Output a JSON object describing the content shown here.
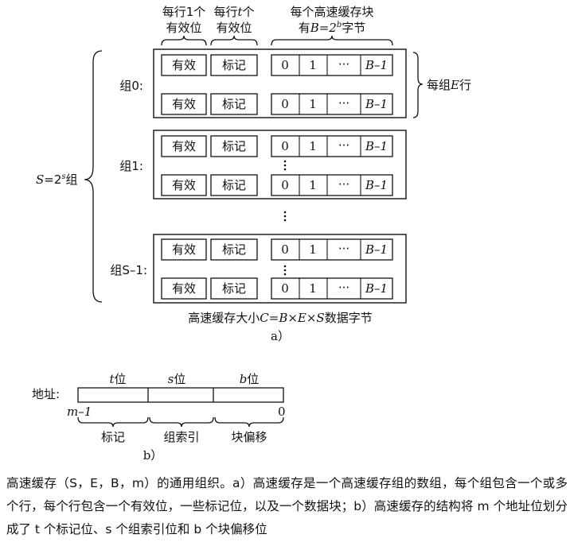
{
  "part_a": {
    "header": {
      "valid_line1": "每行1个",
      "valid_line2": "有效位",
      "tag_line1_pre": "每行",
      "tag_line1_var": "t",
      "tag_line1_post": "个",
      "tag_line2": "有效位",
      "block_line1": "每个高速缓存块",
      "block_line2_pre": "有",
      "block_line2_formula": "B=2",
      "block_line2_exp": "b",
      "block_line2_post": "字节"
    },
    "cells": {
      "valid": "有效",
      "tag": "标记",
      "byte0": "0",
      "byte1": "1",
      "ellipsis": "···",
      "last": "B–1"
    },
    "groups": [
      {
        "label": "组0:"
      },
      {
        "label": "组1:"
      },
      {
        "label": "组S–1:"
      }
    ],
    "lines_per_set": {
      "pre": "每组",
      "var": "E",
      "post": "行"
    },
    "sets_total": {
      "var": "S",
      "mid": "=2",
      "exp": "s",
      "post": "组"
    },
    "cache_size": {
      "pre": "高速缓存大小",
      "formula": "C=B×E×S",
      "post": "数据字节"
    },
    "sub_label": "a）"
  },
  "part_b": {
    "addr_label": "地址:",
    "fields": [
      {
        "var": "t",
        "unit": "位",
        "name": "标记"
      },
      {
        "var": "s",
        "unit": "位",
        "name": "组索引"
      },
      {
        "var": "b",
        "unit": "位",
        "name": "块偏移"
      }
    ],
    "msb": "m–1",
    "lsb": "0",
    "sub_label": "b）"
  },
  "caption": {
    "text": "高速缓存（S，E，B，m）的通用组织。a）高速缓存是一个高速缓存组的数组，每个组包含一个或多个行，每个行包含一个有效位，一些标记位，以及一个数据块；b）高速缓存的结构将 m 个地址位划分成了 t 个标记位、s 个组索引位和 b 个块偏移位"
  }
}
